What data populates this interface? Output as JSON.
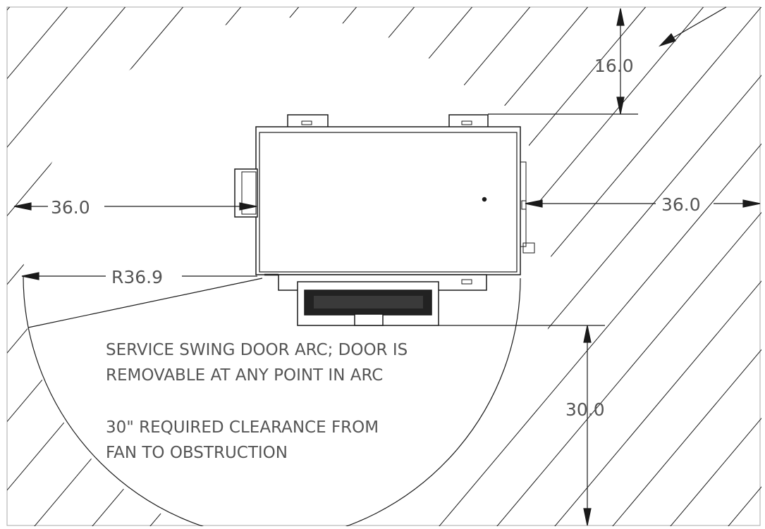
{
  "dimensions": {
    "top_clearance": "16.0",
    "left_clearance": "36.0",
    "right_clearance": "36.0",
    "swing_radius": "R36.9",
    "front_clearance": "30.0"
  },
  "notes": {
    "door_arc_line1": "SERVICE SWING DOOR ARC; DOOR IS",
    "door_arc_line2": "REMOVABLE AT ANY POINT IN ARC",
    "fan_clearance_line1": "30\" REQUIRED CLEARANCE FROM",
    "fan_clearance_line2": "FAN TO OBSTRUCTION"
  }
}
